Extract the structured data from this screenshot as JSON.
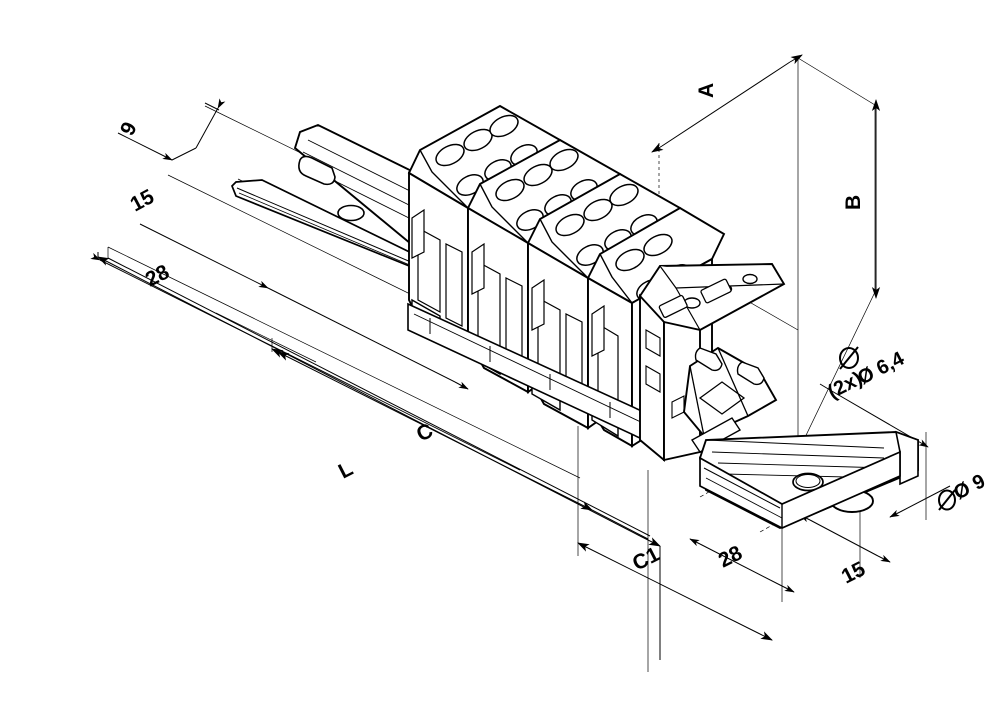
{
  "drawing": {
    "title": "DIN rail terminal block assembly dimensioned isometric drawing",
    "type": "technical-engineering-drawing",
    "projection": "isometric",
    "background_color": "#ffffff",
    "line_color": "#000000",
    "subject": "Row of screw terminal blocks mounted on a DIN mounting rail with end stop bracket"
  },
  "dimensions": {
    "d9_top": "9",
    "d15_top": "15",
    "d28_top": "28",
    "a": "A",
    "b": "B",
    "dia_64": "Ø 6,4",
    "dia_64_qty": "(2x)",
    "dia_9": "Ø 9",
    "c": "C",
    "c1": "C1",
    "l": "L",
    "d28_bottom": "28",
    "d15_bottom": "15"
  },
  "annotations": [
    {
      "name": "dim-9-top",
      "label": "9",
      "position": "top-left",
      "kind": "linear"
    },
    {
      "name": "dim-15-top",
      "label": "15",
      "position": "upper-left",
      "kind": "linear"
    },
    {
      "name": "dim-28-top",
      "label": "28",
      "position": "left",
      "kind": "linear"
    },
    {
      "name": "dim-a",
      "label": "A",
      "position": "top-right",
      "kind": "linear"
    },
    {
      "name": "dim-b",
      "label": "B",
      "position": "right",
      "kind": "linear-vertical"
    },
    {
      "name": "dim-dia-64",
      "label": "Ø 6,4",
      "position": "right",
      "kind": "diameter"
    },
    {
      "name": "dim-dia-64-qty",
      "label": "(2x)",
      "position": "right",
      "kind": "quantity"
    },
    {
      "name": "dim-dia-9",
      "label": "Ø 9",
      "position": "bottom-right",
      "kind": "diameter"
    },
    {
      "name": "dim-c",
      "label": "C",
      "position": "bottom-center",
      "kind": "linear"
    },
    {
      "name": "dim-c1",
      "label": "C1",
      "position": "bottom-center-right",
      "kind": "linear"
    },
    {
      "name": "dim-l",
      "label": "L",
      "position": "bottom-left",
      "kind": "linear"
    },
    {
      "name": "dim-28-bottom",
      "label": "28",
      "position": "bottom-right",
      "kind": "linear"
    },
    {
      "name": "dim-15-bottom",
      "label": "15",
      "position": "bottom-right",
      "kind": "linear"
    }
  ],
  "components": {
    "din_rail": "DIN mounting rail",
    "terminal_blocks": "Screw terminal block row",
    "end_bracket": "End stop bracket",
    "rail_holes": "Mounting slots and holes"
  }
}
